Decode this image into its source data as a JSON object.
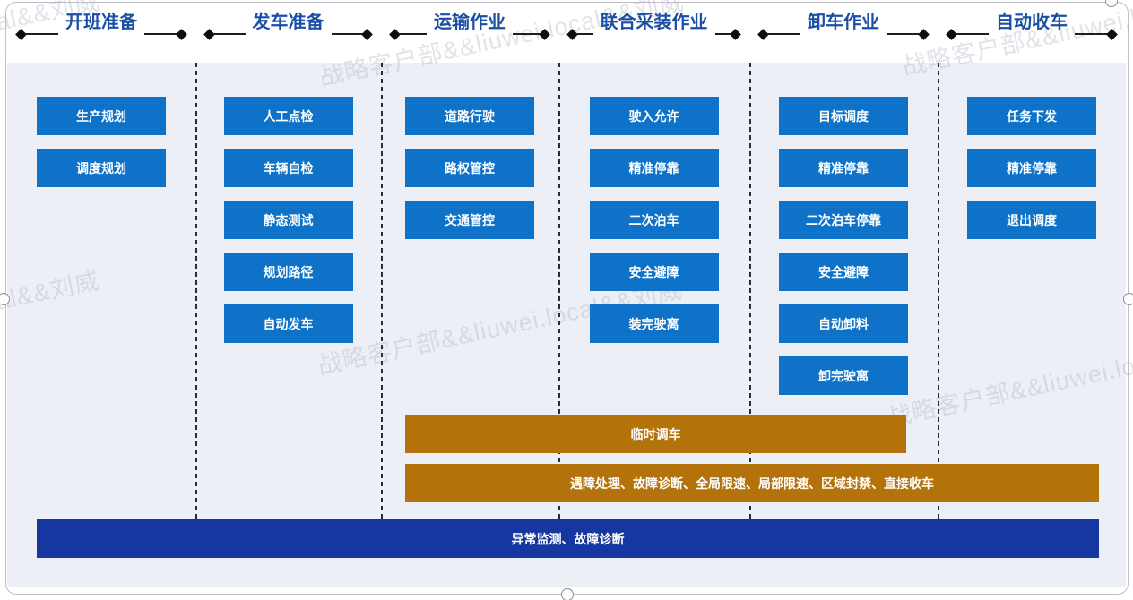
{
  "watermark": {
    "text": "战略客户部&&liuwei.local&&刘威"
  },
  "phases": [
    {
      "label": "开班准备",
      "tasks": [
        "生产规划",
        "调度规划"
      ]
    },
    {
      "label": "发车准备",
      "tasks": [
        "人工点检",
        "车辆自检",
        "静态测试",
        "规划路径",
        "自动发车"
      ]
    },
    {
      "label": "运输作业",
      "tasks": [
        "道路行驶",
        "路权管控",
        "交通管控"
      ]
    },
    {
      "label": "联合采装作业",
      "tasks": [
        "驶入允许",
        "精准停靠",
        "二次泊车",
        "安全避障",
        "装完驶离"
      ]
    },
    {
      "label": "卸车作业",
      "tasks": [
        "目标调度",
        "精准停靠",
        "二次泊车停靠",
        "安全避障",
        "自动卸料",
        "卸完驶离"
      ]
    },
    {
      "label": "自动收车",
      "tasks": [
        "任务下发",
        "精准停靠",
        "退出调度"
      ]
    }
  ],
  "overlays": {
    "temp_dispatch": "临时调车",
    "exception_handling": "遇障处理、故障诊断、全局限速、局部限速、区域封禁、直接收车",
    "monitoring": "异常监测、故障诊断"
  },
  "colors": {
    "task_blue": "#0d72c8",
    "band_orange": "#b4720b",
    "band_navy": "#1737a0",
    "phase_title_blue": "#1b4fa5",
    "panel_background": "#edeff7"
  }
}
